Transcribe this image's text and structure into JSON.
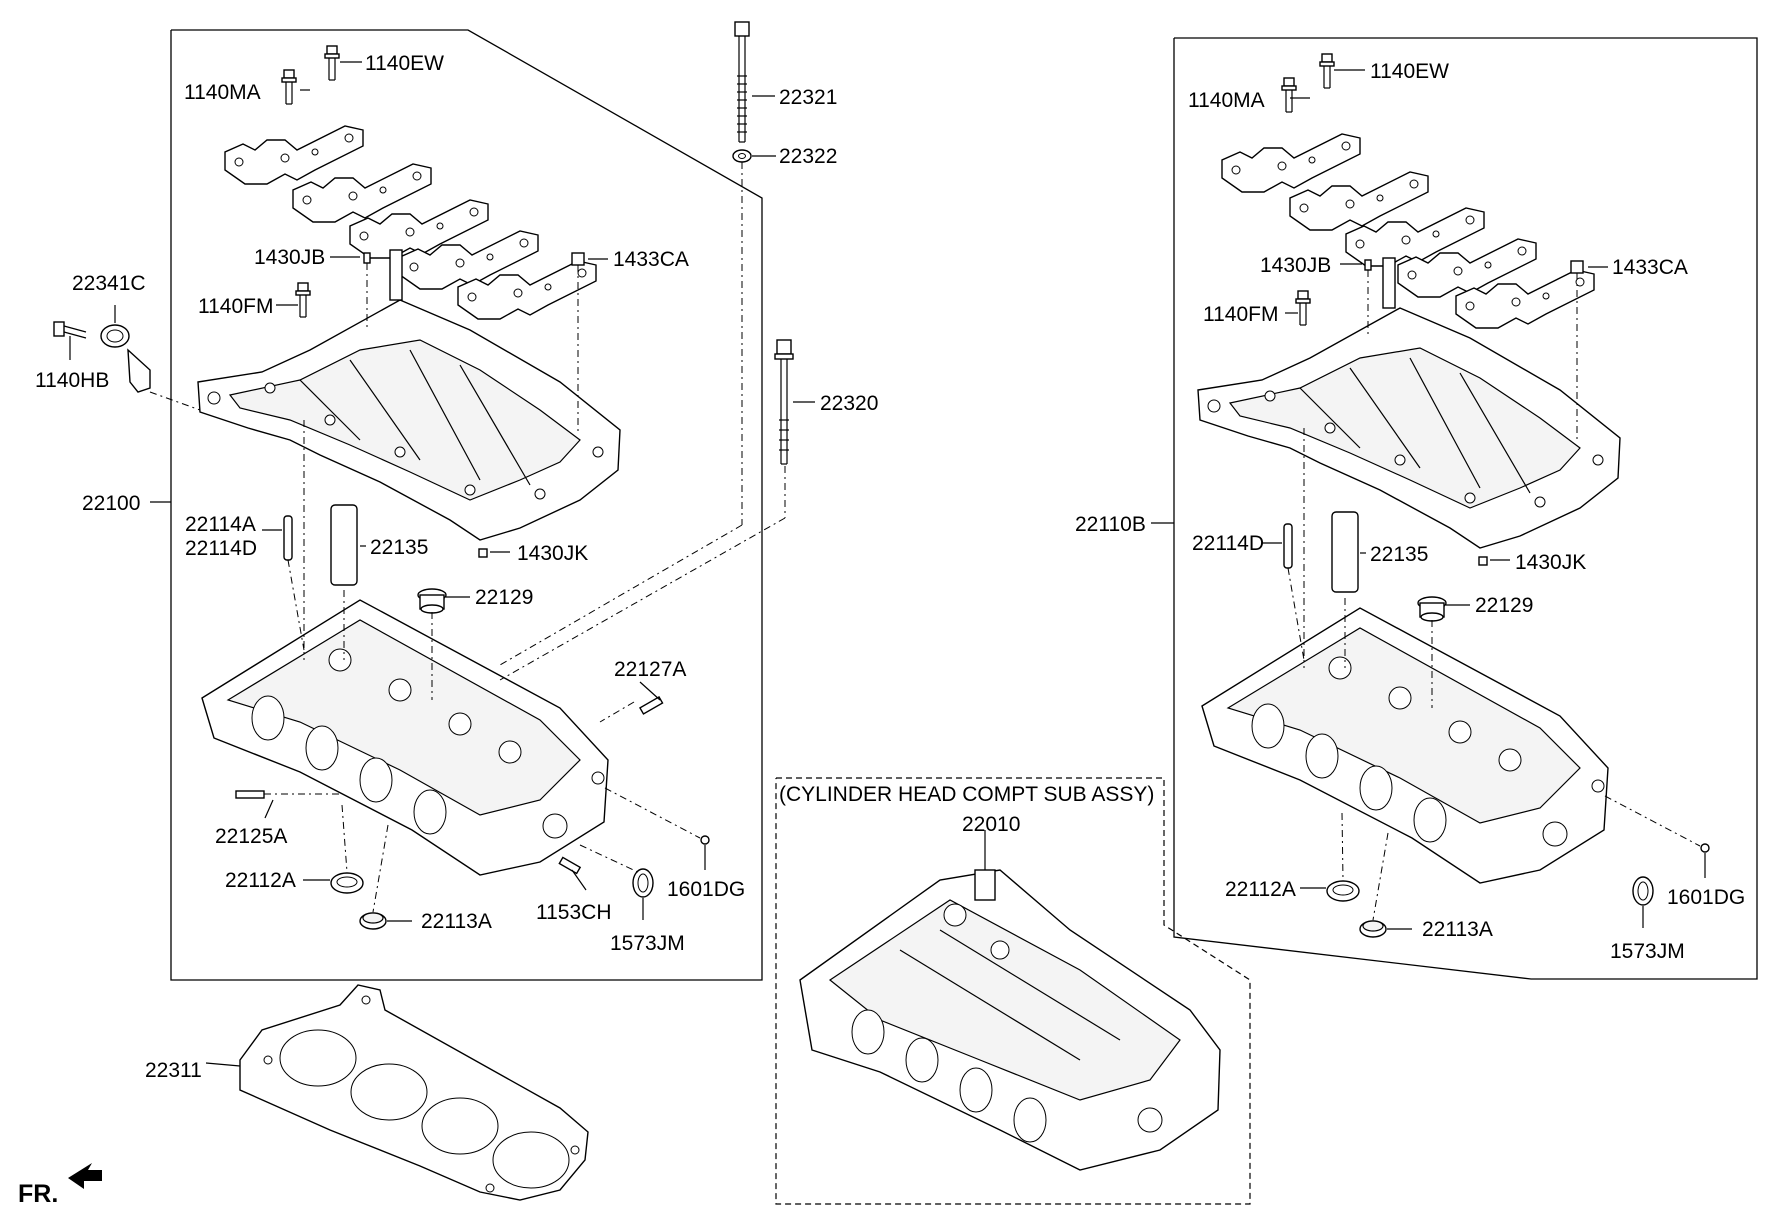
{
  "labels": {
    "l1140MA_a": "1140MA",
    "l1140EW_a": "1140EW",
    "l22321": "22321",
    "l22322": "22322",
    "l1430JB_a": "1430JB",
    "l1433CA_a": "1433CA",
    "l22341C": "22341C",
    "l1140FM_a": "1140FM",
    "l1140HB": "1140HB",
    "l22320": "22320",
    "l22100": "22100",
    "l22114A": "22114A",
    "l22114D_a": "22114D",
    "l22135_a": "22135",
    "l1430JK_a": "1430JK",
    "l22129_a": "22129",
    "l22127A": "22127A",
    "l22125A": "22125A",
    "l22112A_a": "22112A",
    "l22113A_a": "22113A",
    "l1153CH": "1153CH",
    "l1601DG_a": "1601DG",
    "l1573JM_a": "1573JM",
    "l22311": "22311",
    "sub_assy_title": "(CYLINDER HEAD COMPT SUB ASSY)",
    "l22010": "22010",
    "l1140EW_b": "1140EW",
    "l1140MA_b": "1140MA",
    "l1430JB_b": "1430JB",
    "l1433CA_b": "1433CA",
    "l1140FM_b": "1140FM",
    "l22110B": "22110B",
    "l22114D_b": "22114D",
    "l22135_b": "22135",
    "l1430JK_b": "1430JK",
    "l22129_b": "22129",
    "l22112A_b": "22112A",
    "l22113A_b": "22113A",
    "l1601DG_b": "1601DG",
    "l1573JM_b": "1573JM",
    "fr_label": "FR."
  }
}
